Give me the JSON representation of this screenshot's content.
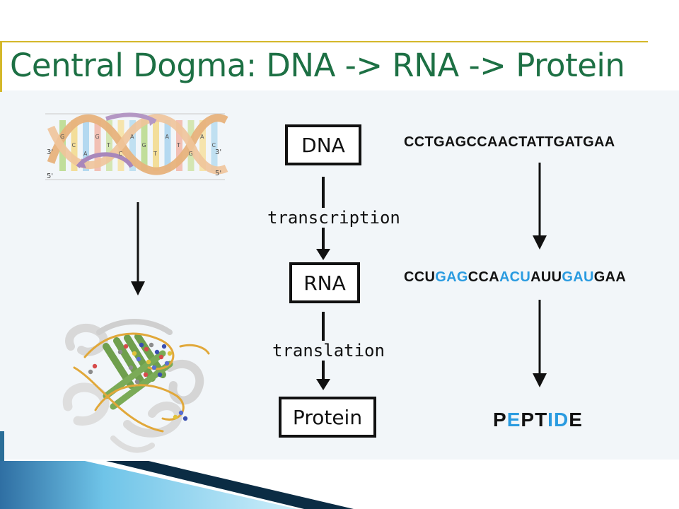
{
  "title": "Central Dogma: DNA -> RNA -> Protein",
  "helix_labels": {
    "top_left": "3'",
    "bottom_left": "5'",
    "top_right": "3'",
    "bottom_right": "5'"
  },
  "helix_bases": [
    "G",
    "C",
    "A",
    "G",
    "T",
    "C",
    "A",
    "G",
    "T",
    "A",
    "T",
    "G",
    "A",
    "C"
  ],
  "flow": {
    "dna": "DNA",
    "transcription": "transcription",
    "rna": "RNA",
    "translation": "translation",
    "protein": "Protein"
  },
  "sequences": {
    "dna": "CCTGAGCCAACTATTGATGAA",
    "rna_segments": [
      {
        "text": "CCU",
        "color": "#111111"
      },
      {
        "text": "GAG",
        "color": "#2a9be0"
      },
      {
        "text": "CCA",
        "color": "#111111"
      },
      {
        "text": "ACU",
        "color": "#2a9be0"
      },
      {
        "text": "AUU",
        "color": "#111111"
      },
      {
        "text": "GAU",
        "color": "#2a9be0"
      },
      {
        "text": "GAA",
        "color": "#111111"
      }
    ],
    "peptide_letters": [
      {
        "text": "P",
        "color": "#111111"
      },
      {
        "text": "E",
        "color": "#2a9be0"
      },
      {
        "text": "P",
        "color": "#111111"
      },
      {
        "text": "T",
        "color": "#111111"
      },
      {
        "text": "I",
        "color": "#2a9be0"
      },
      {
        "text": "D",
        "color": "#2a9be0"
      },
      {
        "text": "E",
        "color": "#111111"
      }
    ]
  },
  "colors": {
    "title": "#1d7044",
    "accent_rule": "#d4b82a",
    "highlight": "#2a9be0",
    "wave_dark": "#0b2c44"
  }
}
